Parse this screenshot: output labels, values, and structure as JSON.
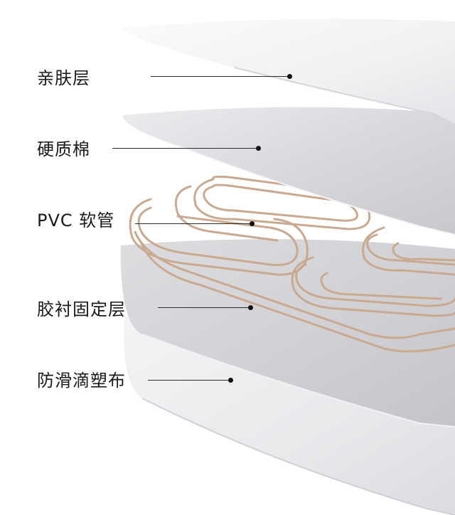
{
  "layers": [
    {
      "label": "亲肤层"
    },
    {
      "label": "硬质棉"
    },
    {
      "label": "PVC 软管"
    },
    {
      "label": "胶衬固定层"
    },
    {
      "label": "防滑滴塑布"
    }
  ],
  "colors": {
    "label_text": "#1a1a1a",
    "leader_line": "#2a2a2a",
    "tube": "#c9a98f"
  }
}
